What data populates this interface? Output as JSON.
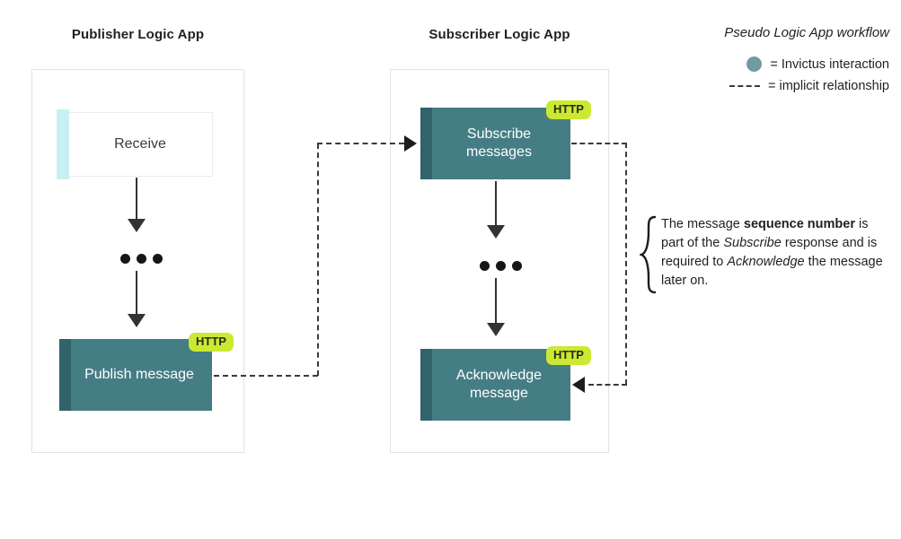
{
  "lanes": [
    {
      "title": "Publisher Logic App"
    },
    {
      "title": "Subscriber Logic App"
    }
  ],
  "nodes": {
    "receive": {
      "label": "Receive",
      "type": "plain",
      "accent_color": "#c8f0f2"
    },
    "publish": {
      "label": "Publish message",
      "type": "teal",
      "badge": "HTTP"
    },
    "subscribe": {
      "label": "Subscribe\nmessages",
      "line1": "Subscribe",
      "line2": "messages",
      "type": "teal",
      "badge": "HTTP"
    },
    "acknowledge": {
      "label": "Acknowledge\nmessage",
      "line1": "Acknowledge",
      "line2": "message",
      "type": "teal",
      "badge": "HTTP"
    }
  },
  "badges": {
    "publish": "HTTP",
    "subscribe": "HTTP",
    "acknowledge": "HTTP"
  },
  "annotation": {
    "part1": "The message ",
    "bold1": "sequence number",
    "part2": " is part of the ",
    "italic1": "Subscribe",
    "part3": " response and is required to ",
    "italic2": "Acknowledge",
    "part4": " the message later on.",
    "full_text": "The message sequence number is part of the Subscribe response and is required to Acknowledge the message later on."
  },
  "legend": {
    "title": "Pseudo Logic App workflow",
    "items": [
      {
        "swatch": "circle",
        "label": "= Invictus interaction",
        "color": "#6f9ba1"
      },
      {
        "swatch": "dashed-line",
        "label": "= implicit relationship",
        "color": "#3b3b3b"
      }
    ]
  },
  "colors": {
    "teal": "#457d85",
    "teal_dark": "#31636b",
    "teal_light": "#6f9ba1",
    "cyan_accent": "#c8f0f2",
    "badge_lime": "#cbe832",
    "connector": "#333333",
    "lane_border": "#e3e3e3",
    "background": "#ffffff"
  }
}
